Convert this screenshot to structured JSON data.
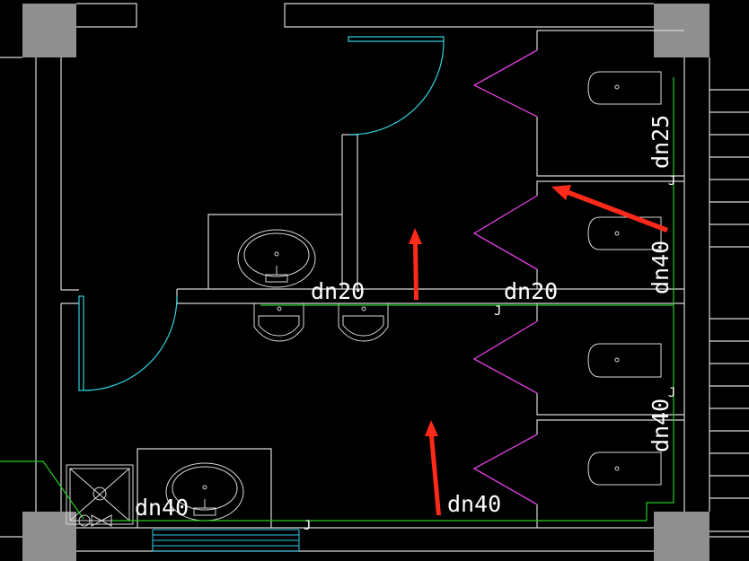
{
  "colors": {
    "background": "#000000",
    "wall": "#d8d8d8",
    "column": "#8f8f8f",
    "pipe": "#22cc22",
    "door_swing": "#e040e0",
    "entry_door": "#30d0e0",
    "arrow": "#ff2a1a",
    "text": "#ffffff",
    "stair": "#30c8e8"
  },
  "labels": {
    "dn20_left": "dn20",
    "dn20_right": "dn20",
    "dn25": "dn25",
    "dn40_upper": "dn40",
    "dn40_lower": "dn40",
    "dn40_bottom_left": "dn40",
    "dn40_bottom_mid": "dn40"
  },
  "pipe_tags": {
    "upper_right": "J",
    "middle": "J",
    "right_mid": "J",
    "bottom": "J"
  },
  "icons": [
    "washbasin-icon",
    "urinal-icon",
    "squat-toilet-icon",
    "floor-drain-icon",
    "valve-icon",
    "flow-arrow-icon",
    "column-icon"
  ]
}
